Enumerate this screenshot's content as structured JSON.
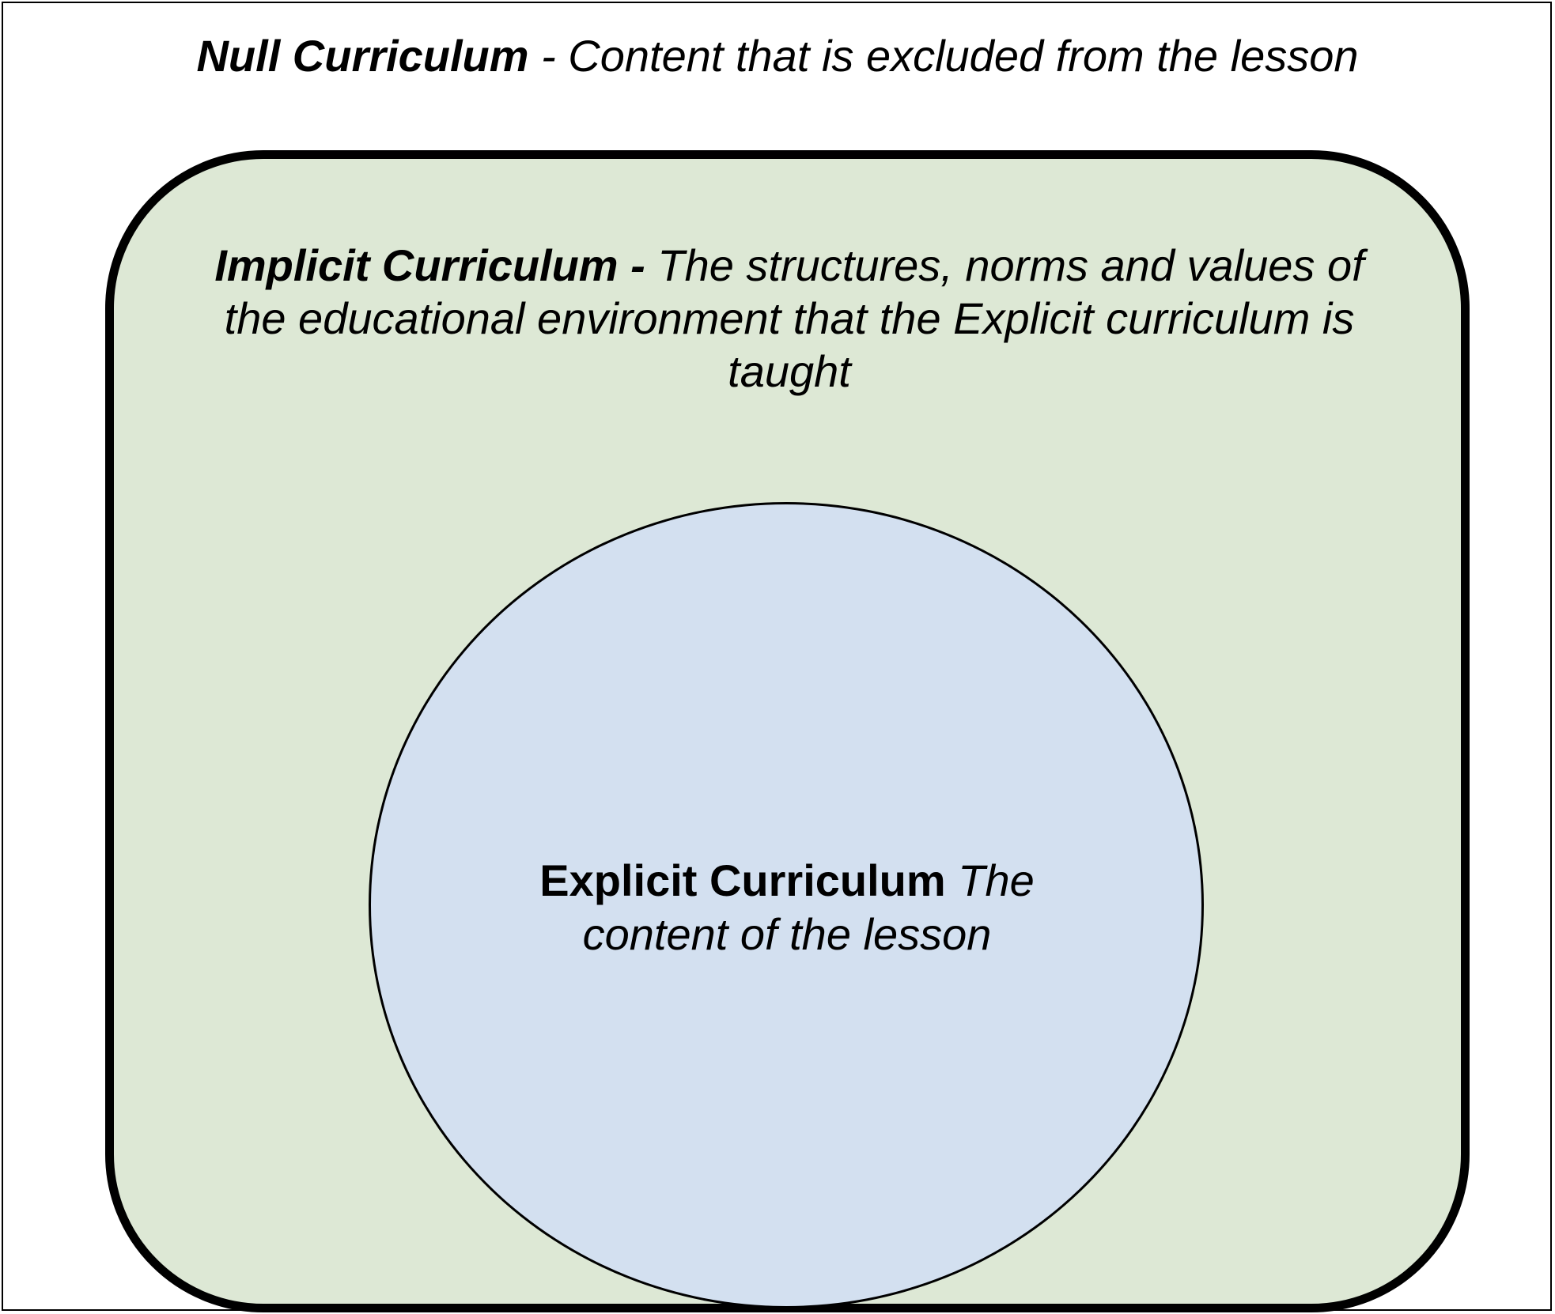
{
  "null_curriculum": {
    "term": "Null Curriculum",
    "description": " - Content that is excluded from the lesson"
  },
  "implicit_curriculum": {
    "term": "Implicit Curriculum - ",
    "description": "The structures, norms and values of the educational environment that the Explicit curriculum is taught"
  },
  "explicit_curriculum": {
    "term": "Explicit Curriculum",
    "description": " The content of the lesson"
  },
  "colors": {
    "implicit_fill": "#dde8d5",
    "explicit_fill": "#d3e0f0",
    "outline": "#000000"
  }
}
